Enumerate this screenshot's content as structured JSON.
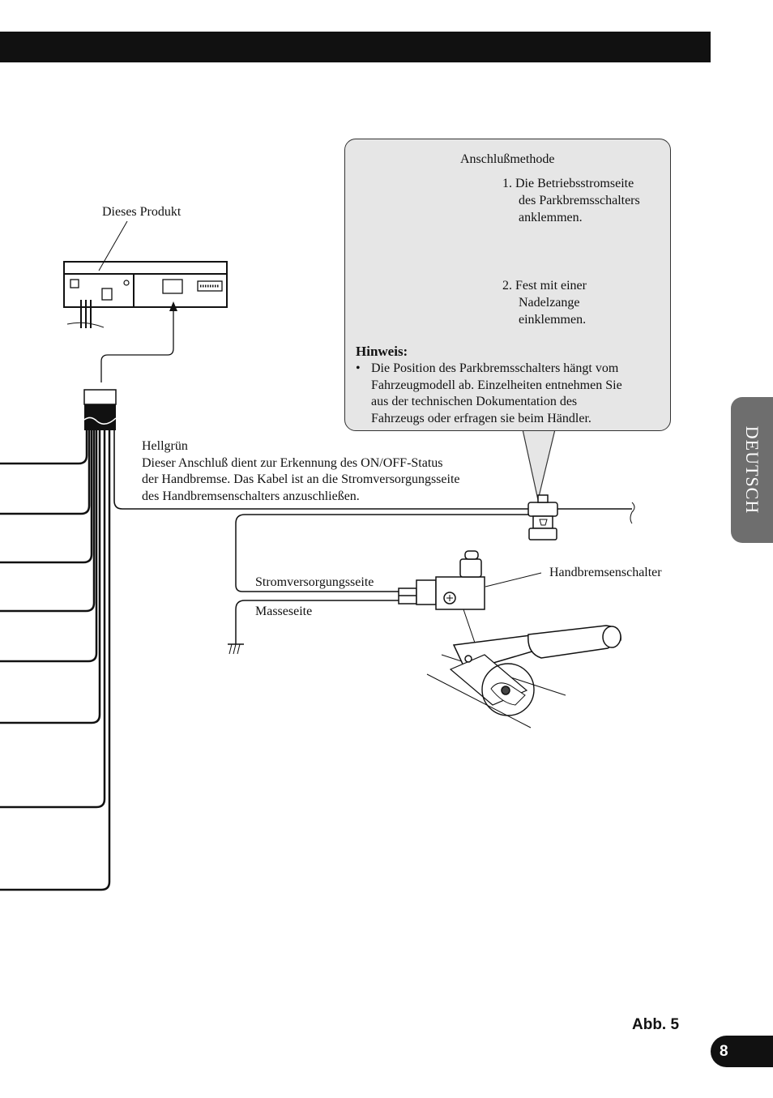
{
  "header": {
    "bar_color": "#111111"
  },
  "side_tab": {
    "label": "DEUTSCH",
    "color": "#6e6e6e"
  },
  "diagram": {
    "product_label": "Dieses Produkt",
    "wire_color_label": "Hellgrün",
    "wire_description": [
      "Dieser Anschluß dient zur Erkennung des ON/OFF-Status",
      "der Handbremse. Das Kabel ist an die Stromversorgungsseite",
      "des Handbremsenschalters anzuschließen."
    ],
    "power_side_label": "Stromversorgungsseite",
    "ground_side_label": "Masseseite",
    "switch_label": "Handbremsenschalter"
  },
  "callout": {
    "title": "Anschlußmethode",
    "step1": [
      "1. Die Betriebsstromseite",
      "des Parkbremsschalters",
      "anklemmen."
    ],
    "step2": [
      "2. Fest mit einer",
      "Nadelzange",
      "einklemmen."
    ],
    "note_title": "Hinweis:",
    "note_bullet": "•",
    "note_lines": [
      "Die Position des Parkbremsschalters hängt vom",
      "Fahrzeugmodell ab. Einzelheiten entnehmen Sie",
      "aus der technischen Dokumentation des",
      "Fahrzeugs oder erfragen sie beim Händler."
    ]
  },
  "footer": {
    "figure_label": "Abb. 5",
    "page_number": "8"
  }
}
